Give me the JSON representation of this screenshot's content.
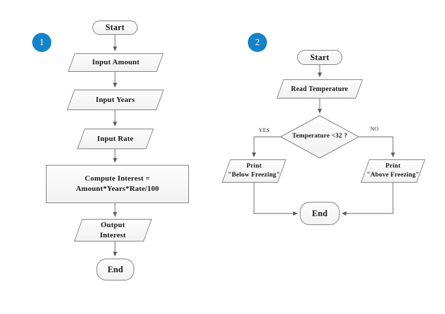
{
  "colors": {
    "badge_blue": "#1583c7",
    "shape_border": "#828282",
    "shape_fill": "#f6f6f6",
    "connector": "#6b6b6b",
    "text": "#161616"
  },
  "flowchart1": {
    "badge": "1",
    "start_label": "Start",
    "input_amount": "Input Amount",
    "input_years": "Input Years",
    "input_rate": "Input Rate",
    "compute_line1": "Compute Interest =",
    "compute_line2": "Amount*Years*Rate/100",
    "output_line1": "Output",
    "output_line2": "Interest",
    "end_label": "End"
  },
  "flowchart2": {
    "badge": "2",
    "start_label": "Start",
    "read_temperature": "Read Temperature",
    "decision": "Temperature <32 ?",
    "yes_label": "YES",
    "no_label": "NO",
    "print_below_line1": "Print",
    "print_below_line2": "\"Below Freezing\"",
    "print_above_line1": "Print",
    "print_above_line2": "\"Above Freezing\"",
    "end_label": "End"
  }
}
